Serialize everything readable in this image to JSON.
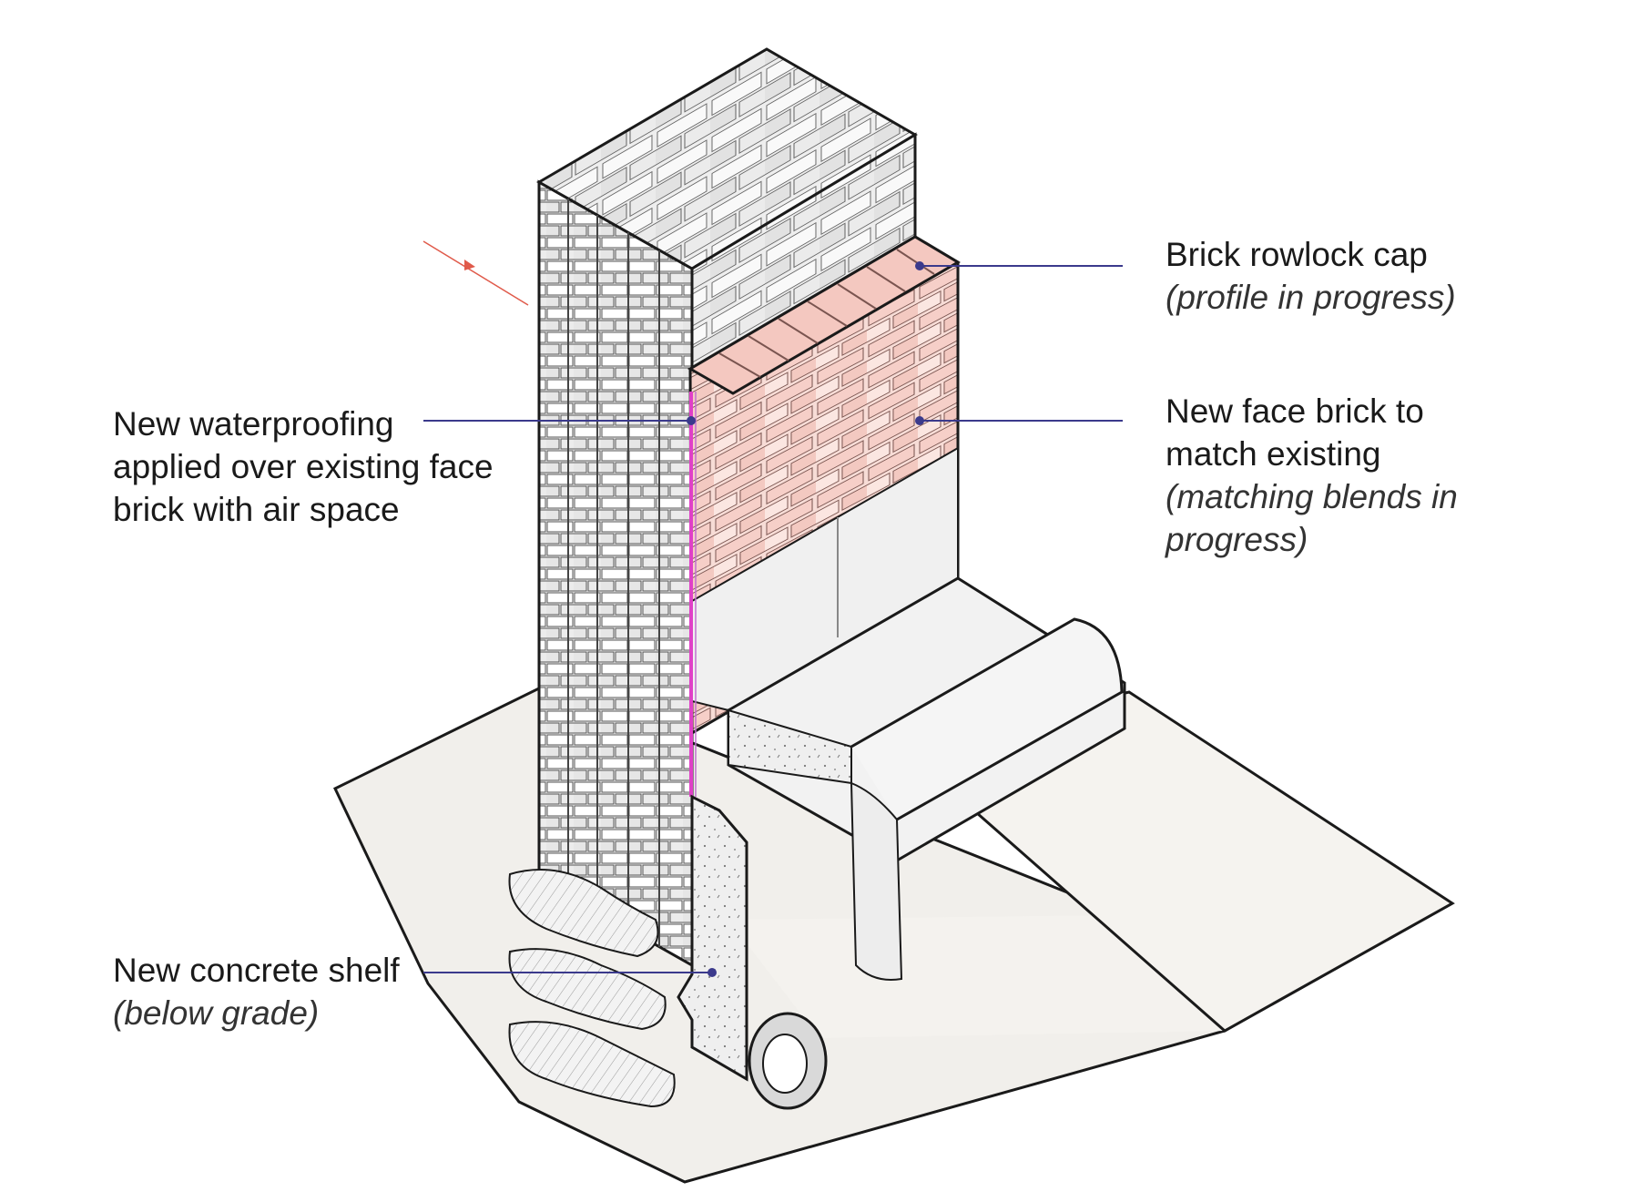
{
  "callouts": {
    "cap": {
      "title": "Brick rowlock cap",
      "note": "(profile in progress)"
    },
    "face": {
      "title": "New face brick to\nmatch existing",
      "note": "(matching blends in\nprogress)"
    },
    "waterproofing": {
      "title": "New waterproofing\napplied over existing face\nbrick with air space"
    },
    "shelf": {
      "title": "New concrete shelf",
      "note": "(below grade)"
    }
  },
  "colors": {
    "leader": "#3b3a8c",
    "new_brick": "#f6d2cc",
    "waterproofing": "#e040c8",
    "existing_brick": "#f2f2f2",
    "soil": "#f1efeb",
    "concrete": "#eeeeee"
  }
}
